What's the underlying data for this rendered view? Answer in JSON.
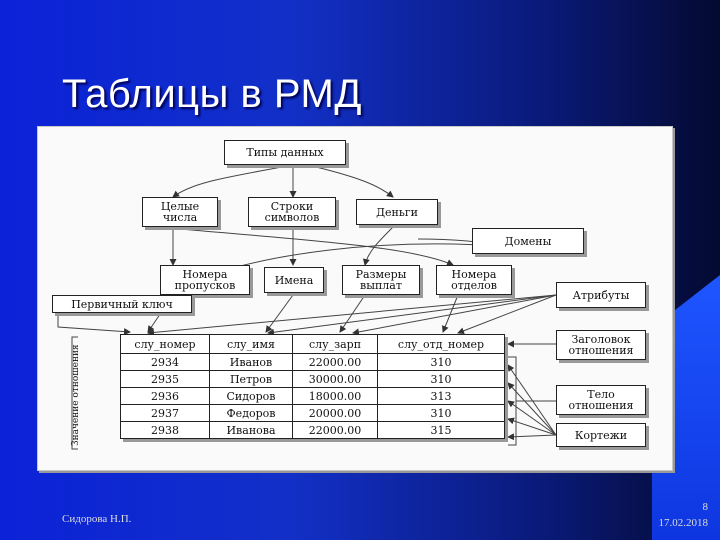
{
  "slide": {
    "title": "Таблицы в РМД"
  },
  "diagram": {
    "types_box": "Типы данных",
    "integers_box": "Целые\nчисла",
    "strings_box": "Строки\nсимволов",
    "money_box": "Деньги",
    "domains_box": "Домены",
    "pass_numbers_box": "Номера\nпропусков",
    "names_box": "Имена",
    "payment_sizes_box": "Размеры\nвыплат",
    "dept_numbers_box": "Номера\nотделов",
    "primary_key_box": "Первичный ключ",
    "attributes_box": "Атрибуты",
    "header_box": "Заголовок\nотношения",
    "body_box": "Тело\nотношения",
    "tuples_box": "Кортежи",
    "side_label": "Значение отношения",
    "table": {
      "headers": [
        "слу_номер",
        "слу_имя",
        "слу_зарп",
        "слу_отд_номер"
      ],
      "rows": [
        [
          "2934",
          "Иванов",
          "22000.00",
          "310"
        ],
        [
          "2935",
          "Петров",
          "30000.00",
          "310"
        ],
        [
          "2936",
          "Сидоров",
          "18000.00",
          "313"
        ],
        [
          "2937",
          "Федоров",
          "20000.00",
          "310"
        ],
        [
          "2938",
          "Иванова",
          "22000.00",
          "315"
        ]
      ]
    }
  },
  "footer": {
    "author": "Сидорова Н.П.",
    "page": "8",
    "date": "17.02.2018"
  }
}
